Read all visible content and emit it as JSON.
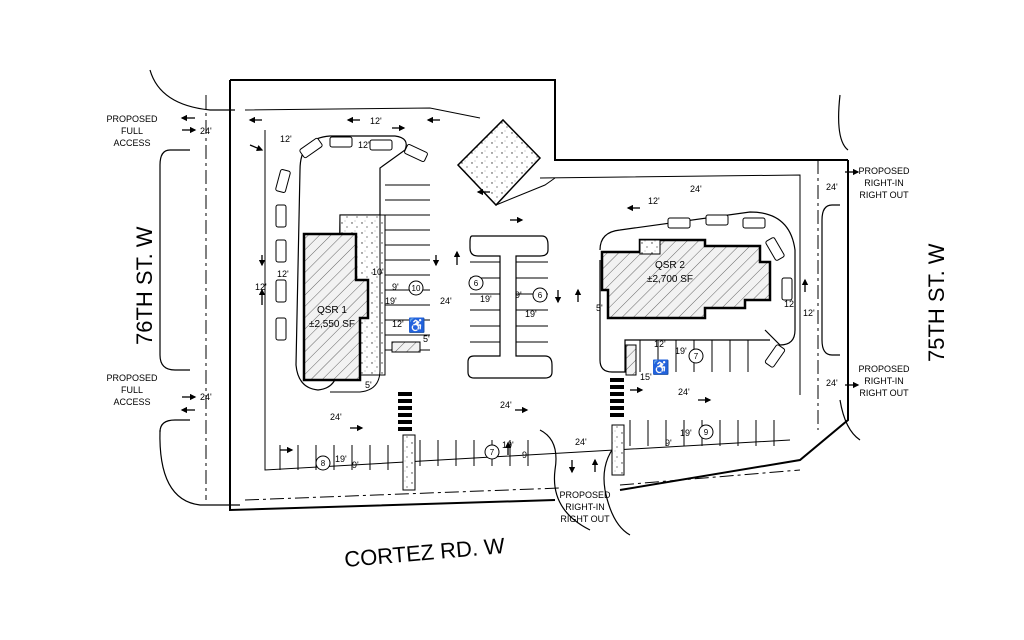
{
  "streets": {
    "west": "76TH ST. W",
    "east": "75TH ST. W",
    "south": "CORTEZ RD. W"
  },
  "access": {
    "west_top": [
      "PROPOSED",
      "FULL",
      "ACCESS"
    ],
    "west_bottom": [
      "PROPOSED",
      "FULL",
      "ACCESS"
    ],
    "east_top": [
      "PROPOSED",
      "RIGHT-IN",
      "RIGHT OUT"
    ],
    "east_bottom": [
      "PROPOSED",
      "RIGHT-IN",
      "RIGHT OUT"
    ],
    "south": [
      "PROPOSED",
      "RIGHT-IN",
      "RIGHT OUT"
    ]
  },
  "buildings": {
    "qsr1": {
      "name": "QSR 1",
      "area": "±2,550 SF"
    },
    "qsr2": {
      "name": "QSR 2",
      "area": "±2,700 SF"
    }
  },
  "dimensions": {
    "d24": "24'",
    "d12": "12'",
    "d9": "9'",
    "d19": "19'",
    "d10": "10'",
    "d5": "5'",
    "d15": "15'"
  },
  "stall_counts": {
    "c10": "10",
    "c6a": "6",
    "c6b": "6",
    "c7a": "7",
    "c7b": "7",
    "c8": "8",
    "c9": "9"
  },
  "colors": {
    "line": "#000000",
    "hatch": "#555555",
    "background": "#ffffff"
  }
}
